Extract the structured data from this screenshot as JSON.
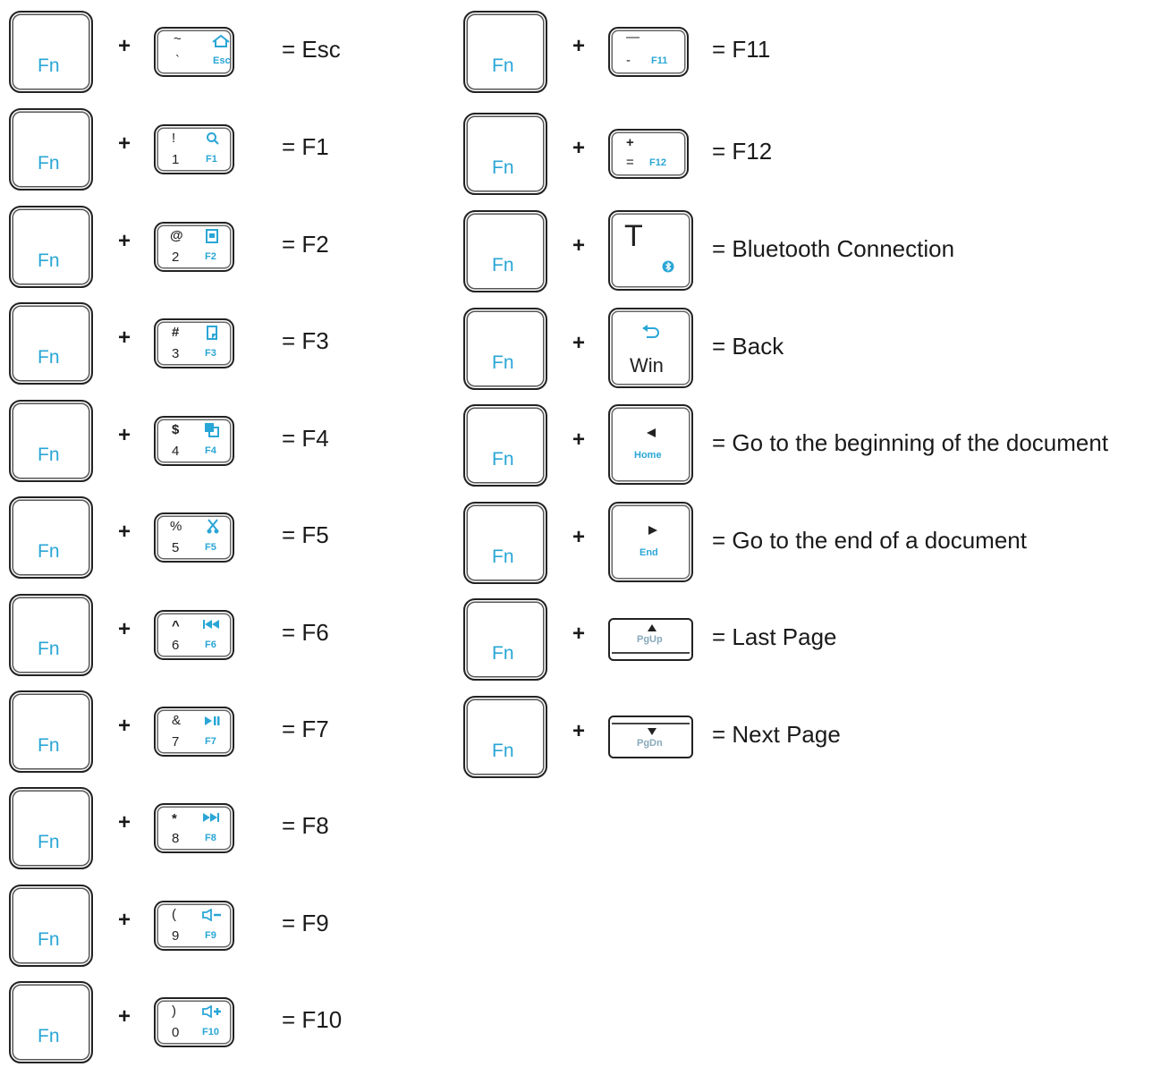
{
  "fn_label": "Fn",
  "plus": "+",
  "accent_color": "#2aa6d6",
  "left_column": [
    {
      "top_char": "~",
      "bottom_char": "`",
      "icon": "home-icon",
      "f_label": "Esc",
      "result": "= Esc"
    },
    {
      "top_char": "!",
      "bottom_char": "1",
      "icon": "search-icon",
      "f_label": "F1",
      "result": "= F1"
    },
    {
      "top_char": "@",
      "bottom_char": "2",
      "icon": "screenshot-icon",
      "f_label": "F2",
      "result": "= F2"
    },
    {
      "top_char": "#",
      "bottom_char": "3",
      "icon": "paste-icon",
      "f_label": "F3",
      "result": "= F3"
    },
    {
      "top_char": "$",
      "bottom_char": "4",
      "icon": "copy-icon",
      "f_label": "F4",
      "result": "= F4"
    },
    {
      "top_char": "%",
      "bottom_char": "5",
      "icon": "cut-icon",
      "f_label": "F5",
      "result": "= F5"
    },
    {
      "top_char": "^",
      "bottom_char": "6",
      "icon": "previous-track-icon",
      "f_label": "F6",
      "result": "= F6"
    },
    {
      "top_char": "&",
      "bottom_char": "7",
      "icon": "play-pause-icon",
      "f_label": "F7",
      "result": "= F7"
    },
    {
      "top_char": "*",
      "bottom_char": "8",
      "icon": "next-track-icon",
      "f_label": "F8",
      "result": "= F8"
    },
    {
      "top_char": "(",
      "bottom_char": "9",
      "icon": "volume-down-icon",
      "f_label": "F9",
      "result": "= F9"
    },
    {
      "top_char": ")",
      "bottom_char": "0",
      "icon": "volume-up-icon",
      "f_label": "F10",
      "result": "= F10"
    }
  ],
  "right_column": [
    {
      "key_style": "small",
      "top_char": "—",
      "bottom_char": "-",
      "f_label": "F11",
      "result": "= F11"
    },
    {
      "key_style": "small",
      "top_char": "+",
      "bottom_char": "=",
      "f_label": "F12",
      "result": "= F12"
    },
    {
      "key_style": "big",
      "main_char": "T",
      "icon": "bluetooth-icon",
      "result": "= Bluetooth Connection"
    },
    {
      "key_style": "big",
      "icon": "back-arrow-icon",
      "main_char": "Win",
      "result": "= Back"
    },
    {
      "key_style": "big",
      "icon": "left-arrow-icon",
      "sub_label": "Home",
      "result": "= Go to the beginning of the document"
    },
    {
      "key_style": "big",
      "icon": "right-arrow-icon",
      "sub_label": "End",
      "result": "= Go to the end of a document"
    },
    {
      "key_style": "flat",
      "icon": "up-arrow-icon",
      "sub_label": "PgUp",
      "result": "= Last Page"
    },
    {
      "key_style": "flat",
      "icon": "down-arrow-icon",
      "sub_label": "PgDn",
      "result": "= Next Page"
    }
  ]
}
